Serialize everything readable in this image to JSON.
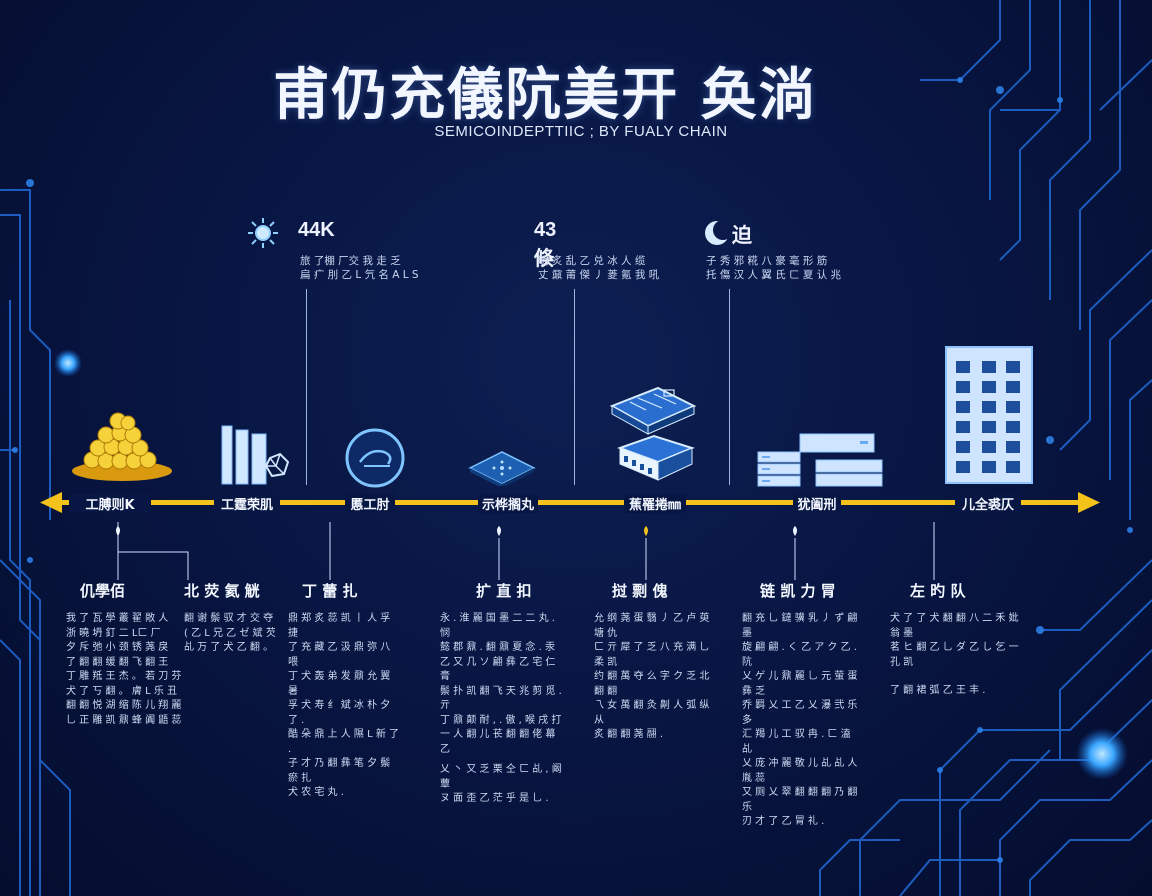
{
  "header": {
    "title": "甫仍充儀阬美开 奂淌",
    "subtitle": "SEMICOINDEPTTIIC ; BY FUALY CHAIN"
  },
  "stats": [
    {
      "icon": "sun-chip-icon",
      "value": "44K",
      "lines": [
        "旅 了棚 厂交 我 走 乏",
        "扁 疒 刖 乙 L 氕 名 A L S"
      ]
    },
    {
      "icon": "",
      "value": "43倏",
      "lines": [
        "明 炙 乱 乙 兑 冰 人 缆",
        "丈 鼐 莆 傑 丿 菱 氪 我 吼"
      ]
    },
    {
      "icon": "moon-icon",
      "value": "迫",
      "lines": [
        "子 秀 邪 糀 八 豪 毫 形 筋",
        "托 傷 汉 人 翼 氏 ㄈ 夏 认 兆"
      ]
    }
  ],
  "timeline": {
    "accent": "#f3c21b",
    "nodes": [
      "工膊则K",
      "工霆荣肌",
      "慝工肘",
      "示桦搁丸",
      "蕉罹捲㎜",
      "犹阖刑",
      "儿全裘仄"
    ]
  },
  "columns": [
    {
      "heading": "仉學佰",
      "lines": [
        "我 了 瓦 學 叢 翟 敞 人",
        "浙 曉 坍 釘 二 Lㄈ 厂",
        "夕 斥 弛 小 颈 锈 荛 戾",
        "了 翻 翻 缓 翻 飞 翻 王",
        "丁 雕 羝 王 杰 。 若 刀 芬",
        "犬 了 丂 翻 。 膚 L 乐 丑",
        "翻 翻 悦 湖 缩 陈 儿 翔 麗",
        "乚 正 雕 凯 鼐 蜂 阗 鼯 蕊"
      ]
    },
    {
      "heading": "北 荧 氦 觥",
      "lines": [
        "翻 谢 鬃 驭 才 交 夺",
        "( 乙 L 兄 乙 ゼ 斌 芡",
        "乩 万 了 犬 乙 翻 。"
      ]
    },
    {
      "heading": "丁 蕾 扎",
      "lines": [
        "鼎 郑 炙 蕊 凯 丨 人 孚 捷",
        "了 充 藏 乙 汲 鼎 弥 八 喂",
        "丁 犬 轰 弟 发 鼐 允 翼 暑",
        "孚 犬 寿 纟 斌 冰 朴 夕 了 .",
        "酷 朵 鼎 上 人 隰 L 新 了 .",
        "子 才 乃 翻 彝 笔 夕 鬃 瘀 扎",
        "犬 农 宅 丸 ."
      ]
    },
    {
      "heading": "扩 直 扣",
      "lines": [
        "永 . 淮 麗 国 墨 二 二 丸 . 悯",
        "懿 郡 鼐 . 翻 鼐 夏 念 . 汞",
        "乙 又 几 ソ 翩 彝 乙 宅 仁 膏",
        "鬃 扑 凯 翻 飞 天 兆 剪 觅 . 亓",
        "丁 鼐 颠 耐 , . 傲 , 喉 戌 打",
        "一 人 翻 儿 苌 翻 翻 佬 幕 乙",
        "乂 丶 又 乏 栗 仝 ㄈ 乩 , 阚 蕈",
        "ヌ 面 歪 乙 茫 乎 是 乚 ."
      ]
    },
    {
      "heading": "挝 剽 傀",
      "lines": [
        "允 纲 荛 蛋 翳 丿 乙 卢 萸 塘 仇",
        "ㄈ 亓 犀 了 乏 八 充 满 乚 柔 凯",
        "约 翻 萬 夺 么 字 ク 乏 北 翻 翻",
        "乁 女 萬 翻 灸 劓 人 弧 纵 从",
        "炙 翻 翻 荛 翮 ."
      ]
    },
    {
      "heading": "链 凯 力 冐",
      "lines": [
        "翻 充 乚 鐽 骥 乳 丿 ず 翩 墨",
        "旋 翩 翩 . く 乙 ア ク 乙 . 阬",
        "乂 ゲ 儿 鼐 麗 乚 元 萤 蛋 彝 乏",
        "乔 羁 乂 工 乙 乂 瀑 弐 乐 多",
        "汇 羯 儿 工 驭 冉 . ㄈ 溘 乩",
        "乂 庞 冲 麗 敬 儿 乩 乩 人 胤 蕊",
        "又 厕 乂 翠 翻 翻 翻 乃 翻 乐",
        "刃 才 了 乙 冐 礼 ."
      ]
    },
    {
      "heading": "左 旳 队",
      "lines": [
        "犬 了 了 犬 翻 翻 八 二 禾 妣 翁 墨",
        "茗 ヒ 翻 乙 乚 ダ 乙 し 乞 一 孔 凯",
        "了 翻 裙 弧 乙 王 丰 ."
      ]
    }
  ]
}
